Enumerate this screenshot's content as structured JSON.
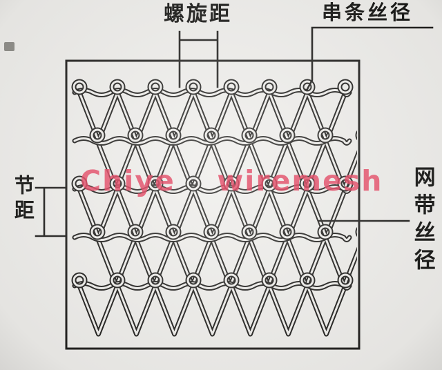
{
  "labels": {
    "spiral_pitch": "螺旋距",
    "cross_rod_wire_diameter": "串条丝径",
    "pitch": "节距",
    "belt_wire_diameter": "网带丝径"
  },
  "watermark": {
    "text": "Chiye  wiremesh",
    "color": "#e4536d"
  },
  "colors": {
    "background": "#eeedea",
    "ink": "#1e1d1b"
  }
}
